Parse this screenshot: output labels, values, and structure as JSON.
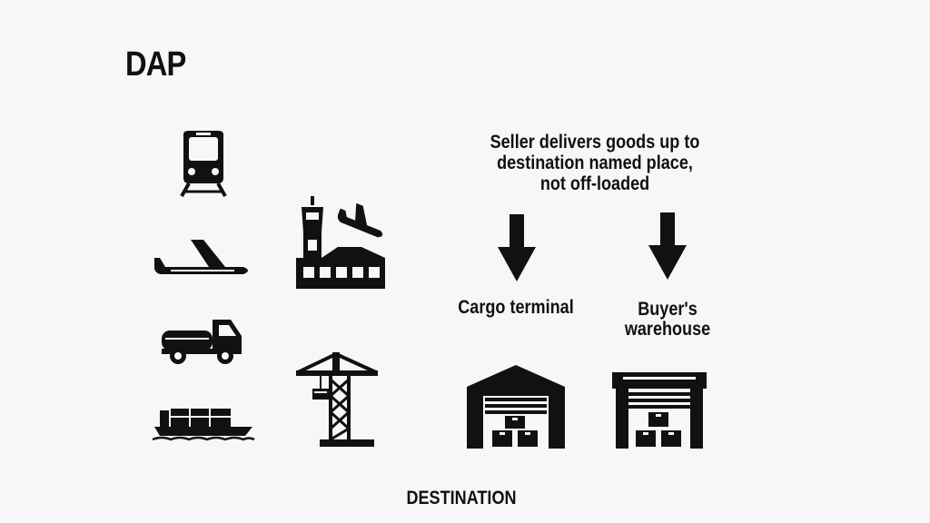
{
  "slide": {
    "title": "DAP",
    "caption_lines": [
      "Seller delivers goods up to",
      "destination named place,",
      "not off-loaded"
    ],
    "destinations": [
      {
        "label_lines": [
          "Cargo terminal"
        ]
      },
      {
        "label_lines": [
          "Buyer's",
          "warehouse"
        ]
      }
    ],
    "footer": "DESTINATION"
  },
  "icons": {
    "transport": [
      "train-icon",
      "airplane-icon",
      "truck-icon",
      "cargo-ship-icon"
    ],
    "terminals": [
      "airport-icon",
      "port-crane-icon"
    ],
    "arrows": [
      "down-arrow-icon",
      "down-arrow-icon"
    ],
    "warehouses": [
      "warehouse-icon",
      "warehouse-icon"
    ]
  },
  "colors": {
    "ink": "#111111",
    "background": "#f7f7f7"
  }
}
